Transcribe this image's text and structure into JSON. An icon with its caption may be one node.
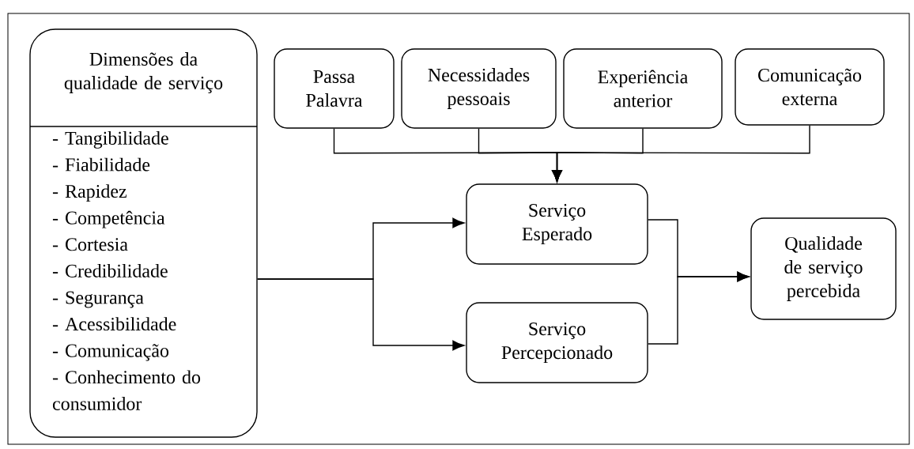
{
  "diagram": {
    "nodes": [
      {
        "text": [
          "Dimensões da qualidade de serviço",
          "- Tangibilidade",
          "- Fiabilidade",
          "- Rapidez",
          "- Competência",
          "- Cortesia",
          "- Credibilidade",
          "- Segurança",
          "- Acessibilidade",
          "- Comunicação",
          "- Conhecimento do consumidor"
        ]
      },
      {
        "text": [
          "Passa Palavra"
        ]
      },
      {
        "text": [
          "Necessidades pessoais"
        ]
      },
      {
        "text": [
          "Experiência anterior"
        ]
      },
      {
        "text": [
          "Comunicação externa"
        ]
      },
      {
        "text": [
          "Serviço Esperado"
        ]
      },
      {
        "text": [
          "Serviço Percepcionado"
        ]
      },
      {
        "text": [
          "Qualidade de serviço percebida"
        ]
      }
    ],
    "edges": [
      {
        "from": 1,
        "to": 5,
        "arrow": "to"
      },
      {
        "from": 2,
        "to": 5,
        "arrow": "to"
      },
      {
        "from": 3,
        "to": 5,
        "arrow": "to"
      },
      {
        "from": 4,
        "to": 5,
        "arrow": "to"
      },
      {
        "from": 0,
        "to": 5,
        "arrow": "to"
      },
      {
        "from": 0,
        "to": 6,
        "arrow": "to"
      },
      {
        "from": 5,
        "to": 7,
        "arrow": "to"
      },
      {
        "from": 6,
        "to": 7,
        "arrow": "to"
      }
    ]
  }
}
